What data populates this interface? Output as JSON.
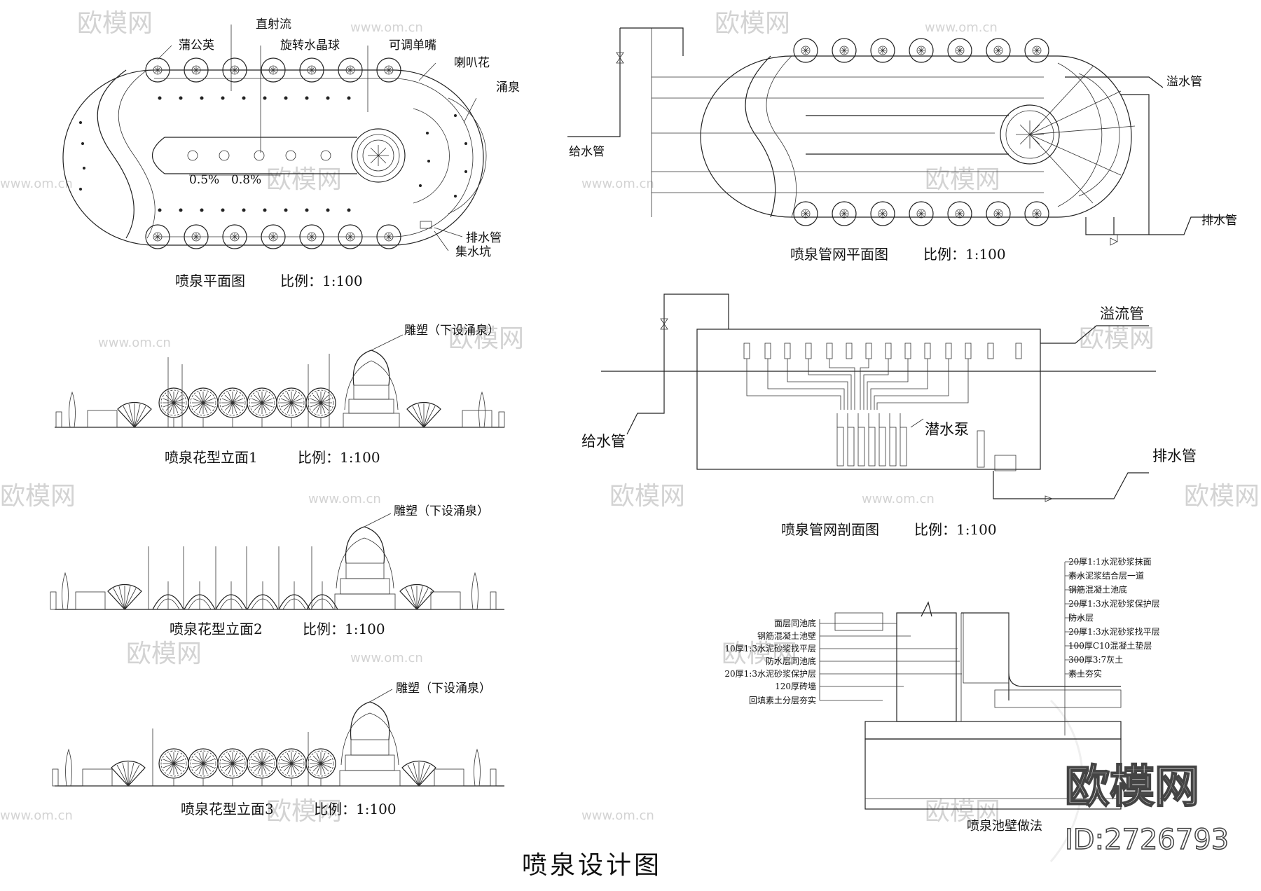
{
  "title": "喷泉设计图",
  "watermark": {
    "brand": "欧模网",
    "url": "www.om.cn",
    "big": "欧模网",
    "id": "ID:2726793"
  },
  "plan": {
    "caption": "喷泉平面图",
    "scale": "比例：1:100",
    "labels": {
      "dandelion": "蒲公英",
      "direct": "直射流",
      "crystal": "旋转水晶球",
      "nozzle": "可调单嘴",
      "trumpet": "喇叭花",
      "bubbler": "涌泉",
      "drain": "排水管",
      "sump": "集水坑",
      "slope1": "0.5%",
      "slope2": "0.8%"
    }
  },
  "pipe_plan": {
    "caption": "喷泉管网平面图",
    "scale": "比例：1:100",
    "labels": {
      "overflow": "溢水管",
      "supply": "给水管",
      "drain": "排水管"
    }
  },
  "elev1": {
    "caption": "喷泉花型立面1",
    "scale": "比例：1:100",
    "sculpture": "雕塑（下设涌泉）"
  },
  "elev2": {
    "caption": "喷泉花型立面2",
    "scale": "比例：1:100",
    "sculpture": "雕塑（下设涌泉）"
  },
  "elev3": {
    "caption": "喷泉花型立面3",
    "scale": "比例：1:100",
    "sculpture": "雕塑（下设涌泉）"
  },
  "section": {
    "caption": "喷泉管网剖面图",
    "scale": "比例：1:100",
    "labels": {
      "overflow": "溢流管",
      "supply": "给水管",
      "pump": "潜水泵",
      "drain": "排水管"
    }
  },
  "wall": {
    "caption": "喷泉池壁做法",
    "left_labels": [
      "面层同池底",
      "钢筋混凝土池壁",
      "10厚1:3水泥砂浆找平层",
      "防水层同池底",
      "20厚1:3水泥砂浆保护层",
      "120厚砖墙",
      "回填素土分层夯实"
    ],
    "right_labels": [
      "20厚1:1水泥砂浆抹面",
      "素水泥浆结合层一道",
      "钢筋混凝土池底",
      "20厚1:3水泥砂浆保护层",
      "防水层",
      "20厚1:3水泥砂浆找平层",
      "100厚C10混凝土垫层",
      "300厚3:7灰土",
      "素土夯实"
    ]
  }
}
